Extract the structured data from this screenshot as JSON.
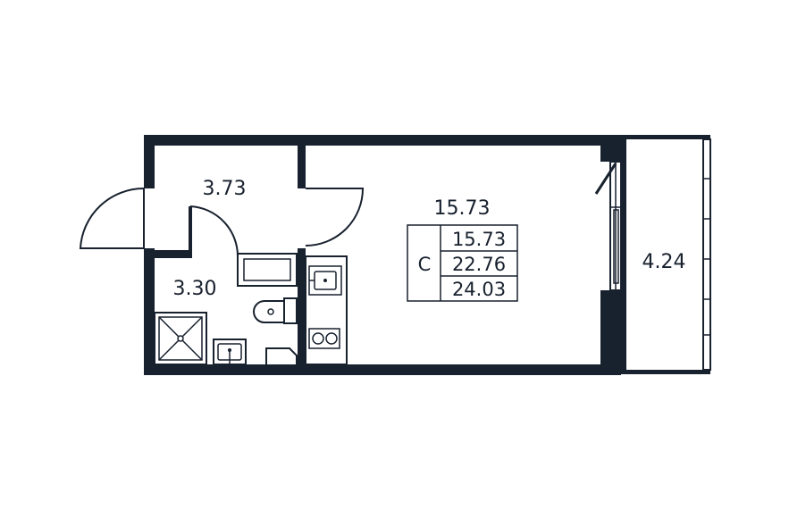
{
  "rooms": {
    "hall_area": "3.73",
    "bathroom_area": "3.30",
    "living_area": "15.73",
    "balcony_area": "4.24"
  },
  "legend": {
    "type_letter": "С",
    "living_area": "15.73",
    "total_area": "22.76",
    "total_with_balcony": "24.03"
  },
  "colors": {
    "wall": "#18212e",
    "background": "#ffffff"
  },
  "icons": [
    "shower-icon",
    "sink-icon",
    "toilet-icon",
    "washing-machine-icon",
    "kitchen-sink-icon",
    "stove-icon",
    "door-icon",
    "window-icon"
  ]
}
